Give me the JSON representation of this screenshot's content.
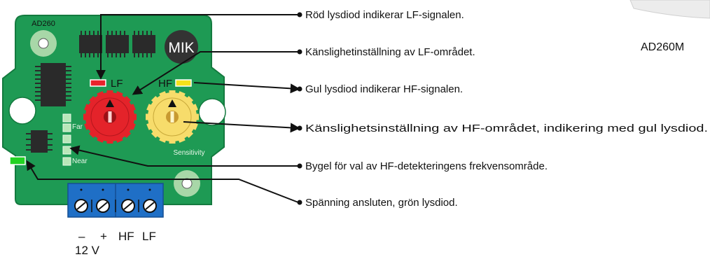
{
  "board": {
    "model_label": "AD260",
    "logo_text": "MIK",
    "led_lf_label": "LF",
    "led_hf_label": "HF",
    "jumper_far_label": "Far",
    "jumper_near_label": "Near",
    "sensitivity_label": "Sensitivity",
    "colors": {
      "pcb": "#1e9a54",
      "pcb_edge": "#147a3f",
      "led_red": "#e8232c",
      "led_yellow": "#f6e21a",
      "led_green": "#22d322",
      "knob_red": "#e4232a",
      "knob_yellow": "#f7dc6b",
      "terminal_blue": "#1f6fc6"
    }
  },
  "terminal_labels": {
    "minus": "–",
    "plus": "+",
    "hf": "HF",
    "lf": "LF",
    "voltage": "12 V"
  },
  "callouts": [
    "Röd lysdiod indikerar LF-signalen.",
    "Känslighetinställning av LF-området.",
    "Gul lysdiod indikerar HF-signalen.",
    "Känslighetsinställning av HF-området, indikering med gul lysdiod.",
    "Bygel för val av HF-detekteringens frekvensområde.",
    "Spänning ansluten, grön lysdiod."
  ],
  "variant_label": "AD260M"
}
